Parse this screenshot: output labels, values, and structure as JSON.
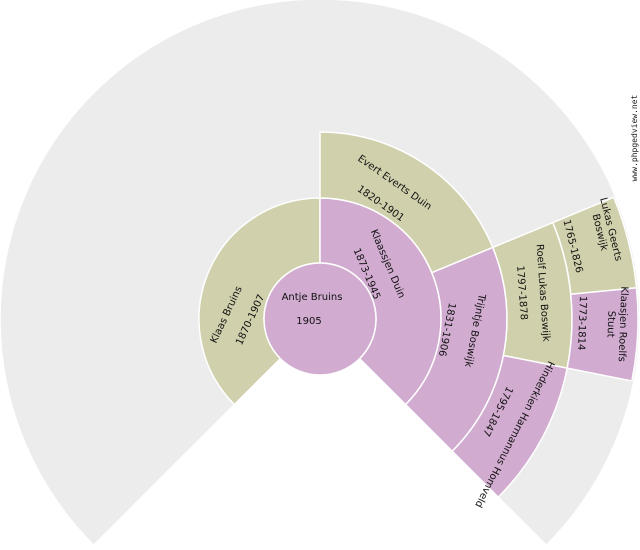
{
  "colors": {
    "male": "#d0d0ac",
    "female": "#d1abd0",
    "empty": "#ececec",
    "separator": "#ffffff"
  },
  "watermark": "www.phpgedview.net",
  "people": {
    "p1": {
      "name": "Antje Bruins",
      "dates": "1905",
      "sex": "female"
    },
    "p2": {
      "name": "Klaas Bruins",
      "dates": "1870-1907",
      "sex": "male"
    },
    "p3": {
      "name": "Klaassjen Duin",
      "dates": "1873-1945",
      "sex": "female"
    },
    "p6": {
      "name": "Evert Everts Duin",
      "dates": "1820-1901",
      "sex": "male"
    },
    "p7": {
      "name": "Trijntje Boswijk",
      "dates": "1831-1906",
      "sex": "female"
    },
    "p14": {
      "name": "Roelf Lukas Boswijk",
      "dates": "1797-1878",
      "sex": "male"
    },
    "p15": {
      "name": "Hinderkien Harmannus Homveld",
      "dates": "1795-1847",
      "sex": "female"
    },
    "p28": {
      "name_line1": "Lukas Geerts",
      "name_line2": "Boswijk",
      "dates": "1765-1826",
      "sex": "male"
    },
    "p29": {
      "name_line1": "Klaasjen Roelfs",
      "name_line2": "Stuut",
      "dates": "1773-1814",
      "sex": "female"
    }
  }
}
